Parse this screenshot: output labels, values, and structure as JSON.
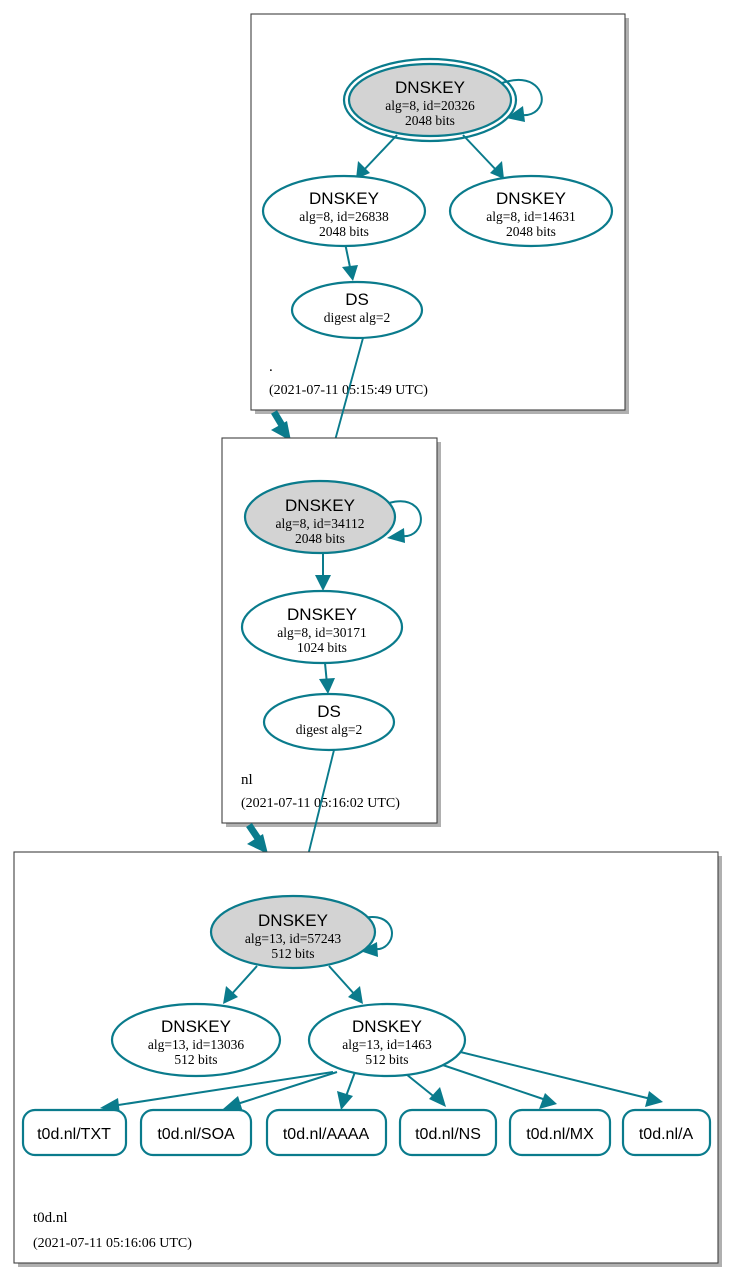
{
  "diagram": {
    "kind": "dnssec-authentication-chain",
    "colors": {
      "accent": "#0a7b8c",
      "secure_node_fill": "#d3d3d3",
      "plain_node_fill": "#ffffff",
      "zone_border": "#404040",
      "zone_shadow": "#b0b0b0",
      "background": "#ffffff",
      "text": "#000000"
    }
  },
  "zones": [
    {
      "id": "root",
      "name": ".",
      "timestamp": "(2021-07-11 05:15:49 UTC)",
      "nodes": [
        {
          "id": "root-ksk",
          "type": "DNSKEY",
          "title": "DNSKEY",
          "line2": "alg=8, id=20326",
          "line3": "2048 bits",
          "trust_anchor": true,
          "fill": "secure"
        },
        {
          "id": "root-zsk-26838",
          "type": "DNSKEY",
          "title": "DNSKEY",
          "line2": "alg=8, id=26838",
          "line3": "2048 bits",
          "trust_anchor": false,
          "fill": "plain"
        },
        {
          "id": "root-zsk-14631",
          "type": "DNSKEY",
          "title": "DNSKEY",
          "line2": "alg=8, id=14631",
          "line3": "2048 bits",
          "trust_anchor": false,
          "fill": "plain"
        },
        {
          "id": "root-ds",
          "type": "DS",
          "title": "DS",
          "line2": "digest alg=2",
          "line3": "",
          "trust_anchor": false,
          "fill": "plain"
        }
      ]
    },
    {
      "id": "nl",
      "name": "nl",
      "timestamp": "(2021-07-11 05:16:02 UTC)",
      "nodes": [
        {
          "id": "nl-ksk",
          "type": "DNSKEY",
          "title": "DNSKEY",
          "line2": "alg=8, id=34112",
          "line3": "2048 bits",
          "trust_anchor": false,
          "fill": "secure"
        },
        {
          "id": "nl-zsk-30171",
          "type": "DNSKEY",
          "title": "DNSKEY",
          "line2": "alg=8, id=30171",
          "line3": "1024 bits",
          "trust_anchor": false,
          "fill": "plain"
        },
        {
          "id": "nl-ds",
          "type": "DS",
          "title": "DS",
          "line2": "digest alg=2",
          "line3": "",
          "trust_anchor": false,
          "fill": "plain"
        }
      ]
    },
    {
      "id": "t0d-nl",
      "name": "t0d.nl",
      "timestamp": "(2021-07-11 05:16:06 UTC)",
      "nodes": [
        {
          "id": "t0d-ksk",
          "type": "DNSKEY",
          "title": "DNSKEY",
          "line2": "alg=13, id=57243",
          "line3": "512 bits",
          "trust_anchor": false,
          "fill": "secure"
        },
        {
          "id": "t0d-zsk-13036",
          "type": "DNSKEY",
          "title": "DNSKEY",
          "line2": "alg=13, id=13036",
          "line3": "512 bits",
          "trust_anchor": false,
          "fill": "plain"
        },
        {
          "id": "t0d-zsk-1463",
          "type": "DNSKEY",
          "title": "DNSKEY",
          "line2": "alg=13, id=1463",
          "line3": "512 bits",
          "trust_anchor": false,
          "fill": "plain"
        }
      ],
      "rrsets": [
        {
          "id": "rrset-txt",
          "label": "t0d.nl/TXT"
        },
        {
          "id": "rrset-soa",
          "label": "t0d.nl/SOA"
        },
        {
          "id": "rrset-aaaa",
          "label": "t0d.nl/AAAA"
        },
        {
          "id": "rrset-ns",
          "label": "t0d.nl/NS"
        },
        {
          "id": "rrset-mx",
          "label": "t0d.nl/MX"
        },
        {
          "id": "rrset-a",
          "label": "t0d.nl/A"
        }
      ]
    }
  ]
}
